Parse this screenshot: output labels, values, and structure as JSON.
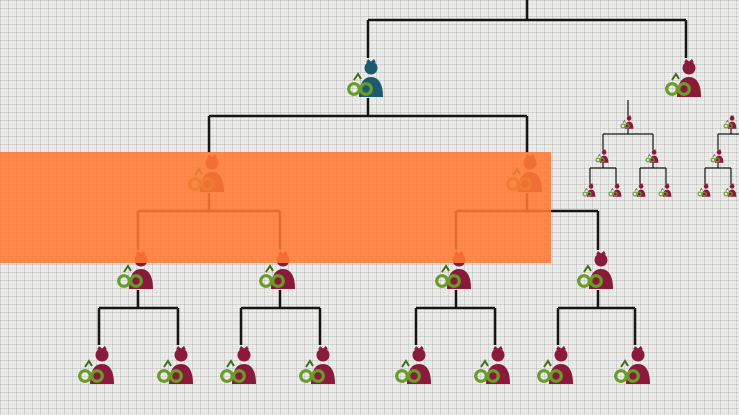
{
  "colors": {
    "background": "#ececea",
    "connector": "#151515",
    "root_person": "#1c5a70",
    "person": "#8a1a3a",
    "infinity_ring": "#6a9c2a",
    "infinity_ring_dark": "#3f6f1a",
    "highlight_band": "#ff7a33"
  },
  "highlight": {
    "opacity": 0.88
  },
  "nodes": [
    {
      "id": "root",
      "icon": "person-infinity-icon",
      "variant": "root"
    },
    {
      "id": "right-branch",
      "icon": "person-infinity-icon",
      "variant": "member"
    },
    {
      "id": "level2-left",
      "icon": "person-infinity-icon",
      "variant": "member"
    },
    {
      "id": "level2-right",
      "icon": "person-infinity-icon",
      "variant": "member"
    },
    {
      "id": "level3-a",
      "icon": "person-infinity-icon",
      "variant": "member"
    },
    {
      "id": "level3-b",
      "icon": "person-infinity-icon",
      "variant": "member"
    },
    {
      "id": "level3-c",
      "icon": "person-infinity-icon",
      "variant": "member"
    },
    {
      "id": "level3-d",
      "icon": "person-infinity-icon",
      "variant": "member"
    },
    {
      "id": "leaf-1",
      "icon": "person-infinity-icon",
      "variant": "member"
    },
    {
      "id": "leaf-2",
      "icon": "person-infinity-icon",
      "variant": "member"
    },
    {
      "id": "leaf-3",
      "icon": "person-infinity-icon",
      "variant": "member"
    },
    {
      "id": "leaf-4",
      "icon": "person-infinity-icon",
      "variant": "member"
    },
    {
      "id": "leaf-5",
      "icon": "person-infinity-icon",
      "variant": "member"
    },
    {
      "id": "leaf-6",
      "icon": "person-infinity-icon",
      "variant": "member"
    },
    {
      "id": "leaf-7",
      "icon": "person-infinity-icon",
      "variant": "member"
    },
    {
      "id": "leaf-8",
      "icon": "person-infinity-icon",
      "variant": "member"
    }
  ],
  "mini_tree": {
    "nodes": [
      "m-root",
      "m-l1",
      "m-r1",
      "m-l2a",
      "m-l2b",
      "m-r2a",
      "m-r2b",
      "m-l3a",
      "m-l3b",
      "m-l3c",
      "m-l3d",
      "m-r3a",
      "m-r3b"
    ],
    "icon": "person-infinity-icon"
  }
}
